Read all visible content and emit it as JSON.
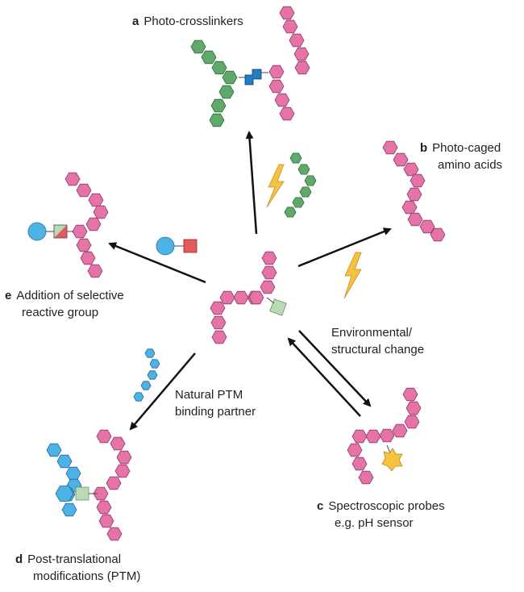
{
  "panels": {
    "a": {
      "letter": "a",
      "line1": "Photo-crosslinkers"
    },
    "b": {
      "letter": "b",
      "line1": "Photo-caged",
      "line2": "amino acids"
    },
    "c": {
      "letter": "c",
      "line1": "Spectroscopic probes",
      "line2": "e.g. pH sensor"
    },
    "d": {
      "letter": "d",
      "line1": "Post-translational",
      "line2": "modifications (PTM)"
    },
    "e": {
      "letter": "e",
      "line1": "Addition of selective",
      "line2": "reactive group"
    }
  },
  "annotations": {
    "environmental_1": "Environmental/",
    "environmental_2": "structural change",
    "ptm_partner_1": "Natural PTM",
    "ptm_partner_2": "binding partner"
  },
  "colors": {
    "amino_acid": "#e573a8",
    "crosslink_partner": "#5faa6a",
    "crosslinker_group": "#1f7fc0",
    "ptm_blue": "#4db3e6",
    "uaa_square": "#b9dab3",
    "reactive_red": "#e55a5a",
    "probe_yellow": "#f7c23c",
    "lightning": "#f5c242",
    "arrow": "#111111"
  },
  "icons": [
    "lightning-bolt-icon",
    "hexagon-amino-acid-icon"
  ]
}
